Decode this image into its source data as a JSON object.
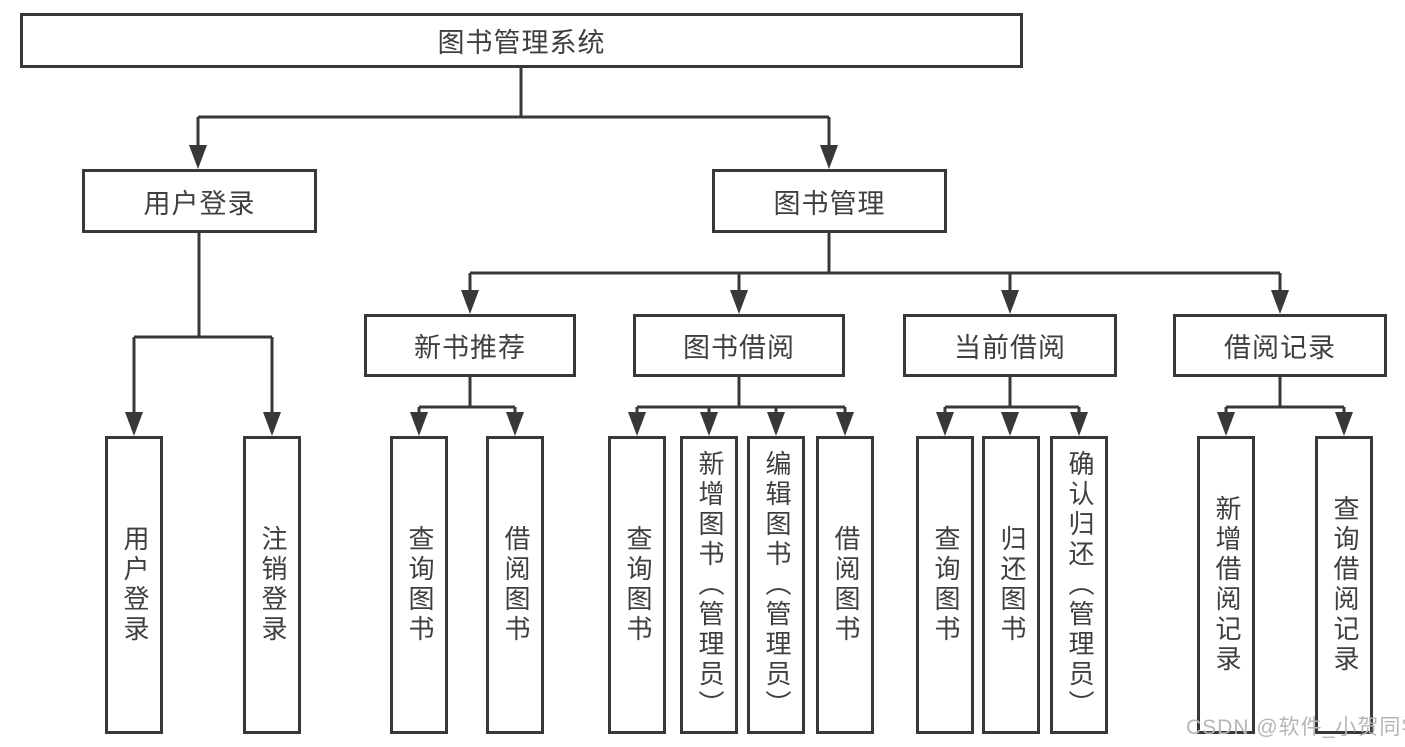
{
  "tree": {
    "label": "图书管理系统",
    "children": [
      {
        "label": "用户登录",
        "children": [
          {
            "label": "用户登录"
          },
          {
            "label": "注销登录"
          }
        ]
      },
      {
        "label": "图书管理",
        "children": [
          {
            "label": "新书推荐",
            "children": [
              {
                "label": "查询图书"
              },
              {
                "label": "借阅图书"
              }
            ]
          },
          {
            "label": "图书借阅",
            "children": [
              {
                "label": "查询图书"
              },
              {
                "label": "新增图书（管理员）"
              },
              {
                "label": "编辑图书（管理员）"
              },
              {
                "label": "借阅图书"
              }
            ]
          },
          {
            "label": "当前借阅",
            "children": [
              {
                "label": "查询图书"
              },
              {
                "label": "归还图书"
              },
              {
                "label": "确认归还（管理员）"
              }
            ]
          },
          {
            "label": "借阅记录",
            "children": [
              {
                "label": "新增借阅记录"
              },
              {
                "label": "查询借阅记录"
              }
            ]
          }
        ]
      }
    ]
  },
  "watermark": "CSDN @软件_小贺同学",
  "colors": {
    "line": "#383838",
    "box_border": "#383838",
    "text": "#3f3f3f",
    "watermark": "#b6b6b6"
  }
}
